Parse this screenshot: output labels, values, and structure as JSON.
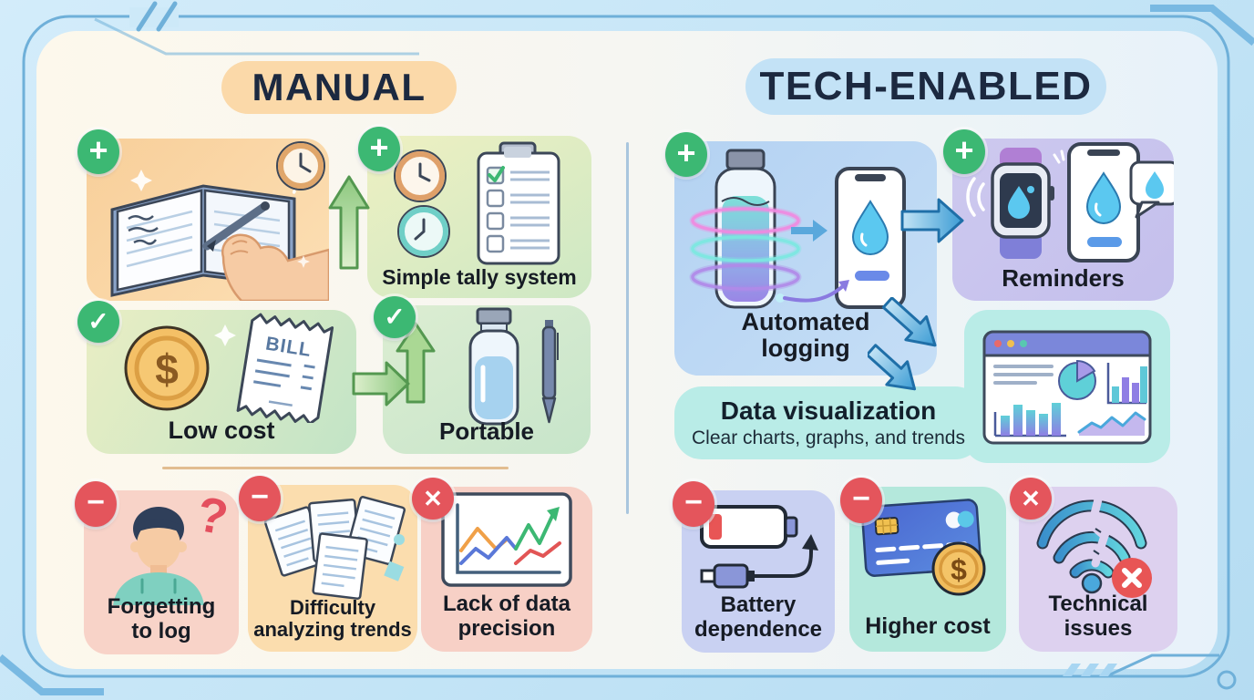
{
  "titles": {
    "manual": "MANUAL",
    "tech": "TECH-ENABLED"
  },
  "badges": {
    "plus": "+",
    "check": "✓",
    "minus": "−",
    "cross": "✕"
  },
  "manual": {
    "tally_label": "Simple tally system",
    "low_cost_label": "Low cost",
    "portable_label": "Portable",
    "forgetting_label": "Forgetting to log",
    "trends_label": "Difficulty analyzing trends",
    "precision_label": "Lack of data precision"
  },
  "tech": {
    "automated_label": "Automated logging",
    "reminders_label": "Reminders",
    "dataviz_title": "Data visualization",
    "dataviz_subtitle": "Clear charts, graphs, and trends",
    "battery_label": "Battery dependence",
    "cost_label": "Higher cost",
    "technical_label": "Technical issues"
  },
  "icon_text": {
    "bill": "BILL",
    "question_mark": "?",
    "dollar": "$"
  },
  "colors": {
    "frame_border": "#6fb0d9",
    "panel_left": "#fdf8ec",
    "panel_right": "#e7f2fa",
    "manual_pill": "#fbd9a9",
    "tech_pill": "#c3e2f6",
    "positive_badge": "#3cb873",
    "negative_badge": "#e4555c",
    "journal_card": "#f9d3a0",
    "tally_card": "#e3edc2",
    "low_cost_card": "#d8ebc5",
    "portable_card": "#d2e9cd",
    "forgetting_card": "#f8d3c8",
    "trends_card": "#fbddae",
    "precision_card": "#f7d0c6",
    "automated_card": "#bad5f2",
    "reminders_card": "#cbc7ee",
    "dataviz_card": "#b9ece7",
    "battery_card": "#c9d1f2",
    "higher_cost_card": "#b4e8dc",
    "technical_card": "#ddd1ef",
    "green_arrow": "#9ed48e",
    "blue_arrow": "#4aa8dc"
  }
}
